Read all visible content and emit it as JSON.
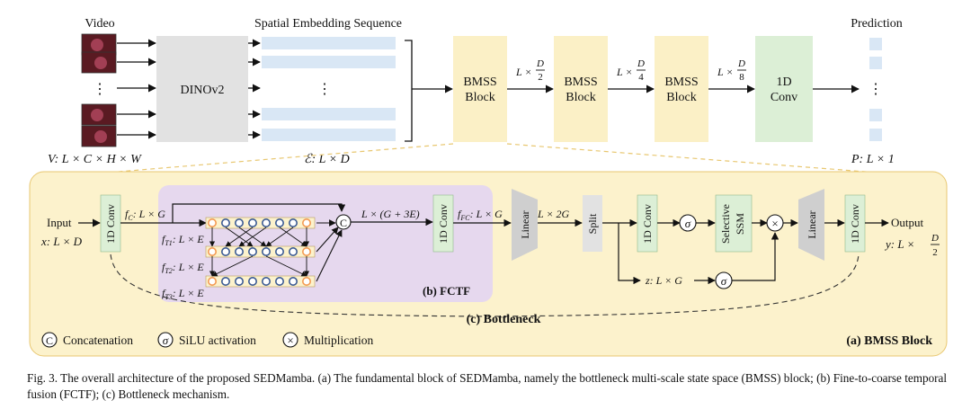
{
  "colors": {
    "bmss_fill": "#fbf0c6",
    "panel_fill": "#fcf2cc",
    "panel_border": "#e8c770",
    "dino_fill": "#e2e2e2",
    "conv_fill": "#dcefd6",
    "embed_fill": "#d9e7f5",
    "fctf_fill": "#e6d8ee",
    "linear_fill": "#cfcfcf",
    "node_blue": "#3c5b94",
    "node_orange": "#f39a52",
    "video_dark": "#5a1a22"
  },
  "top": {
    "video_label": "Video",
    "dino_label": "DINOv2",
    "embedding_label": "Spatial Embedding Sequence",
    "prediction_label": "Prediction",
    "bmss1_line1": "BMSS",
    "bmss1_line2": "Block",
    "bmss2_line1": "BMSS",
    "bmss2_line2": "Block",
    "bmss3_line1": "BMSS",
    "bmss3_line2": "Block",
    "conv_line1": "1D",
    "conv_line2": "Conv",
    "dim1_num": "D",
    "dim1_den": "2",
    "dim2_num": "D",
    "dim2_den": "4",
    "dim3_num": "D",
    "dim3_den": "8",
    "dim_prefix": "L ×",
    "v_formula": "V: L × C × H × W",
    "e_formula": "ℰ: L × D",
    "p_formula": "P: L × 1",
    "ellipsis": "⋮"
  },
  "detail": {
    "input_label": "Input",
    "input_dim": "x: L × D",
    "conv_label": "1D Conv",
    "fc_label": "f",
    "fc_sub": "C",
    "fc_dim": ": L × G",
    "ft1_sub": "T1",
    "ft2_sub": "T2",
    "ft3_sub": "T3",
    "ft_dim": ": L × E",
    "concat_dim": "L × (G + 3E)",
    "ffc_sub": "FC",
    "ffc_dim": ": L × G",
    "fctf_label": "(b) FCTF",
    "linear_label": "Linear",
    "lin_dim": "L × 2G",
    "split_label": "Split",
    "selective_line1": "Selective",
    "selective_line2": "SSM",
    "z_dim": "z: L × G",
    "output_label": "Output",
    "output_prefix": "y: L ×",
    "output_num": "D",
    "output_den": "2",
    "bottleneck_label": "(c) Bottleneck",
    "block_label": "(a) BMSS Block",
    "sigma": "σ",
    "concat_symbol": "C",
    "mult_symbol": "×"
  },
  "legend": [
    {
      "symbol": "C",
      "label": "Concatenation"
    },
    {
      "symbol": "σ",
      "label": "SiLU activation"
    },
    {
      "symbol": "×",
      "label": "Multiplication"
    }
  ],
  "caption": "Fig. 3. The overall architecture of the proposed SEDMamba. (a) The fundamental block of SEDMamba, namely the bottleneck multi-scale state space (BMSS) block; (b) Fine-to-coarse temporal fusion (FCTF); (c) Bottleneck mechanism."
}
